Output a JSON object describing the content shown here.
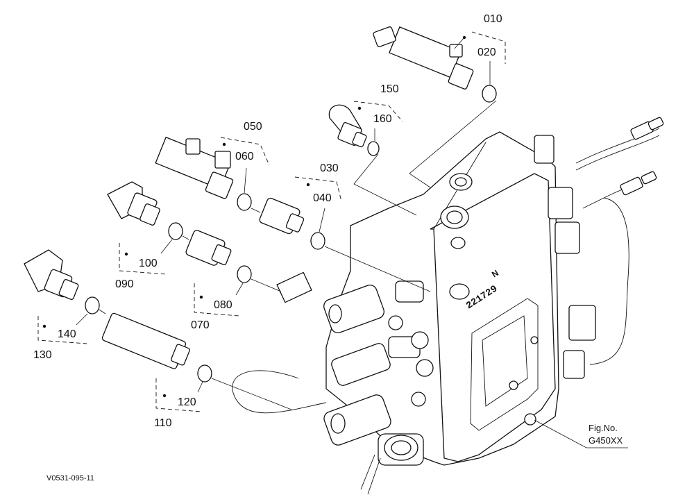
{
  "part_labels": {
    "p010": "010",
    "p020": "020",
    "p030": "030",
    "p040": "040",
    "p050": "050",
    "p060": "060",
    "p070": "070",
    "p080": "080",
    "p090": "090",
    "p100": "100",
    "p110": "110",
    "p120": "120",
    "p130": "130",
    "p140": "140",
    "p150": "150",
    "p160": "160"
  },
  "body_marking": "221729",
  "body_letter": "N",
  "figure": {
    "label": "Fig.No.",
    "number": "G450XX"
  },
  "drawing_code": "V0531-095-11"
}
